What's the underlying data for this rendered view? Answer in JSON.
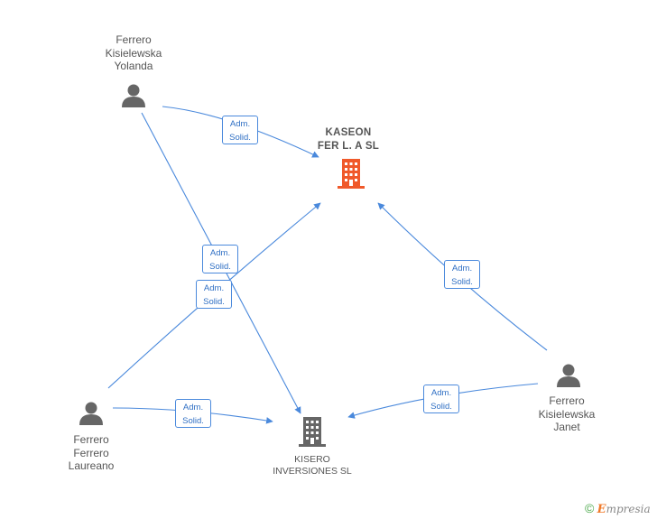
{
  "nodes": {
    "person_yolanda": {
      "label": "Ferrero\nKisielewska\nYolanda"
    },
    "person_laureano": {
      "label": "Ferrero\nFerrero\nLaureano"
    },
    "person_janet": {
      "label": "Ferrero\nKisielewska\nJanet"
    },
    "company_kaseon": {
      "label": "KASEON\nFER L.  A SL",
      "color": "#f0592a"
    },
    "company_kisero": {
      "label": "KISERO\nINVERSIONES SL",
      "color": "#666666"
    }
  },
  "edges": [
    {
      "from": "person_yolanda",
      "to": "company_kaseon",
      "label": "Adm.\nSolid."
    },
    {
      "from": "person_yolanda",
      "to": "company_kisero",
      "label": "Adm.\nSolid."
    },
    {
      "from": "person_laureano",
      "to": "company_kaseon",
      "label": "Adm.\nSolid."
    },
    {
      "from": "person_laureano",
      "to": "company_kisero",
      "label": "Adm.\nSolid."
    },
    {
      "from": "person_janet",
      "to": "company_kaseon",
      "label": "Adm.\nSolid."
    },
    {
      "from": "person_janet",
      "to": "company_kisero",
      "label": "Adm.\nSolid."
    }
  ],
  "colors": {
    "edge": "#4a89dc",
    "person_icon": "#666666"
  },
  "brand": {
    "copyright": "©",
    "initial": "E",
    "rest": "mpresia"
  }
}
